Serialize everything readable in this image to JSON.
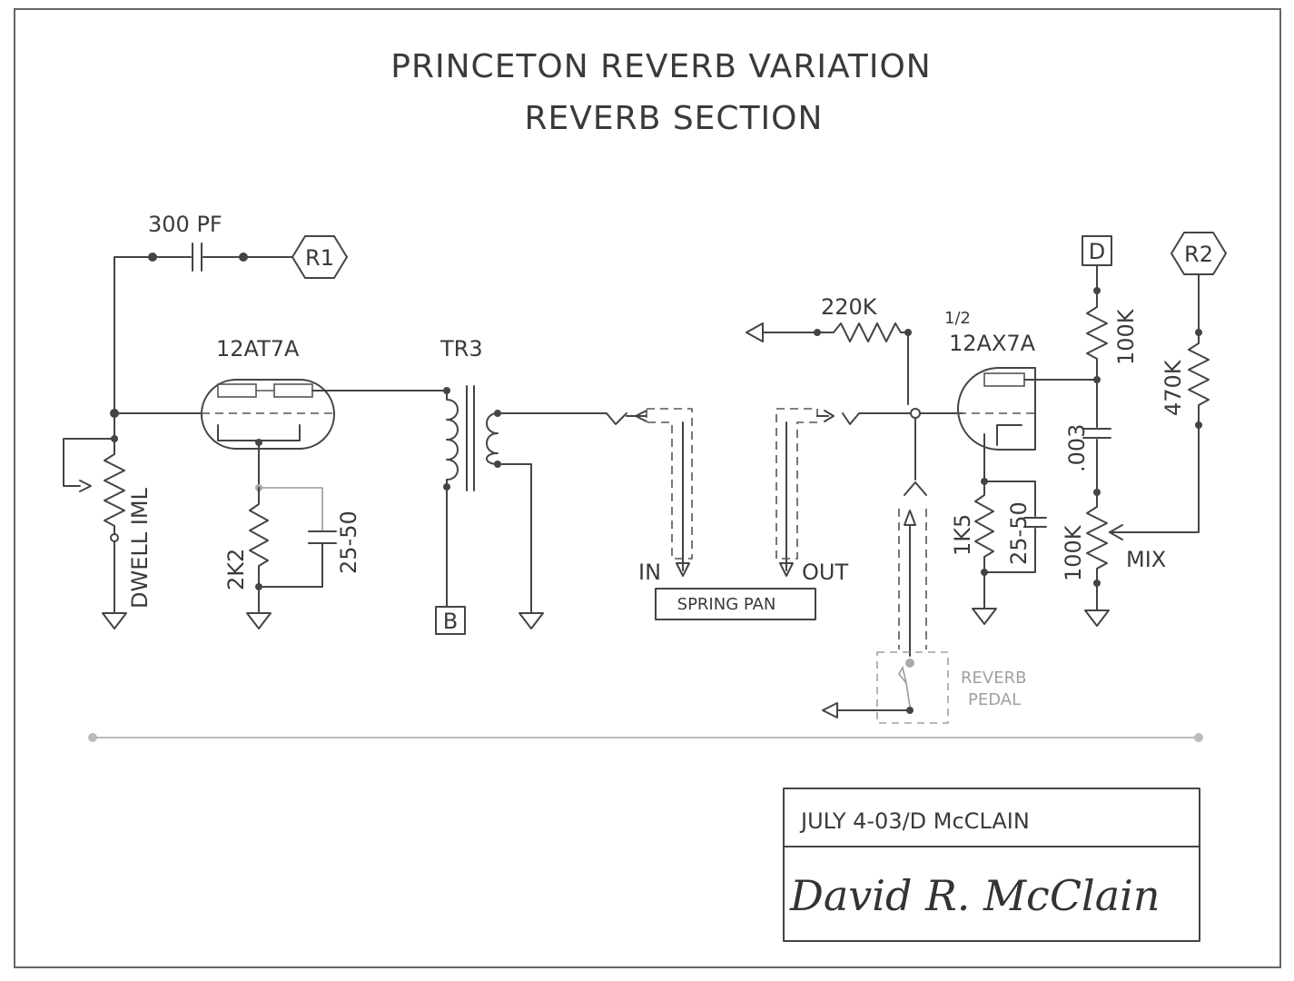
{
  "title": {
    "line1": "PRINCETON REVERB VARIATION",
    "line2": "REVERB  SECTION"
  },
  "components": {
    "cap_300pf": "300 PF",
    "r1_tag": "R1",
    "tube_12at7a": "12AT7A",
    "transformer": "TR3",
    "dwell_pot": "DWELL IML",
    "cathode_resistor": "2K2",
    "cathode_cap": "25-50",
    "b_tag": "B",
    "spring_in": "IN",
    "spring_out": "OUT",
    "spring_pan": "SPRING PAN",
    "res_220k": "220K",
    "tube_half": "1/2",
    "tube_12ax7a": "12AX7A",
    "d_tag": "D",
    "r2_tag": "R2",
    "res_100k_plate": "100K",
    "res_470k": "470K",
    "cap_003": ".003",
    "res_1k5": "1K5",
    "cap_25_50b": "25-50",
    "mix_pot_value": "100K",
    "mix_label": "MIX",
    "pedal_line1": "REVERB",
    "pedal_line2": "PEDAL"
  },
  "title_block": {
    "date_author": "JULY 4-03/D McCLAIN",
    "signature": "David R. McClain"
  }
}
